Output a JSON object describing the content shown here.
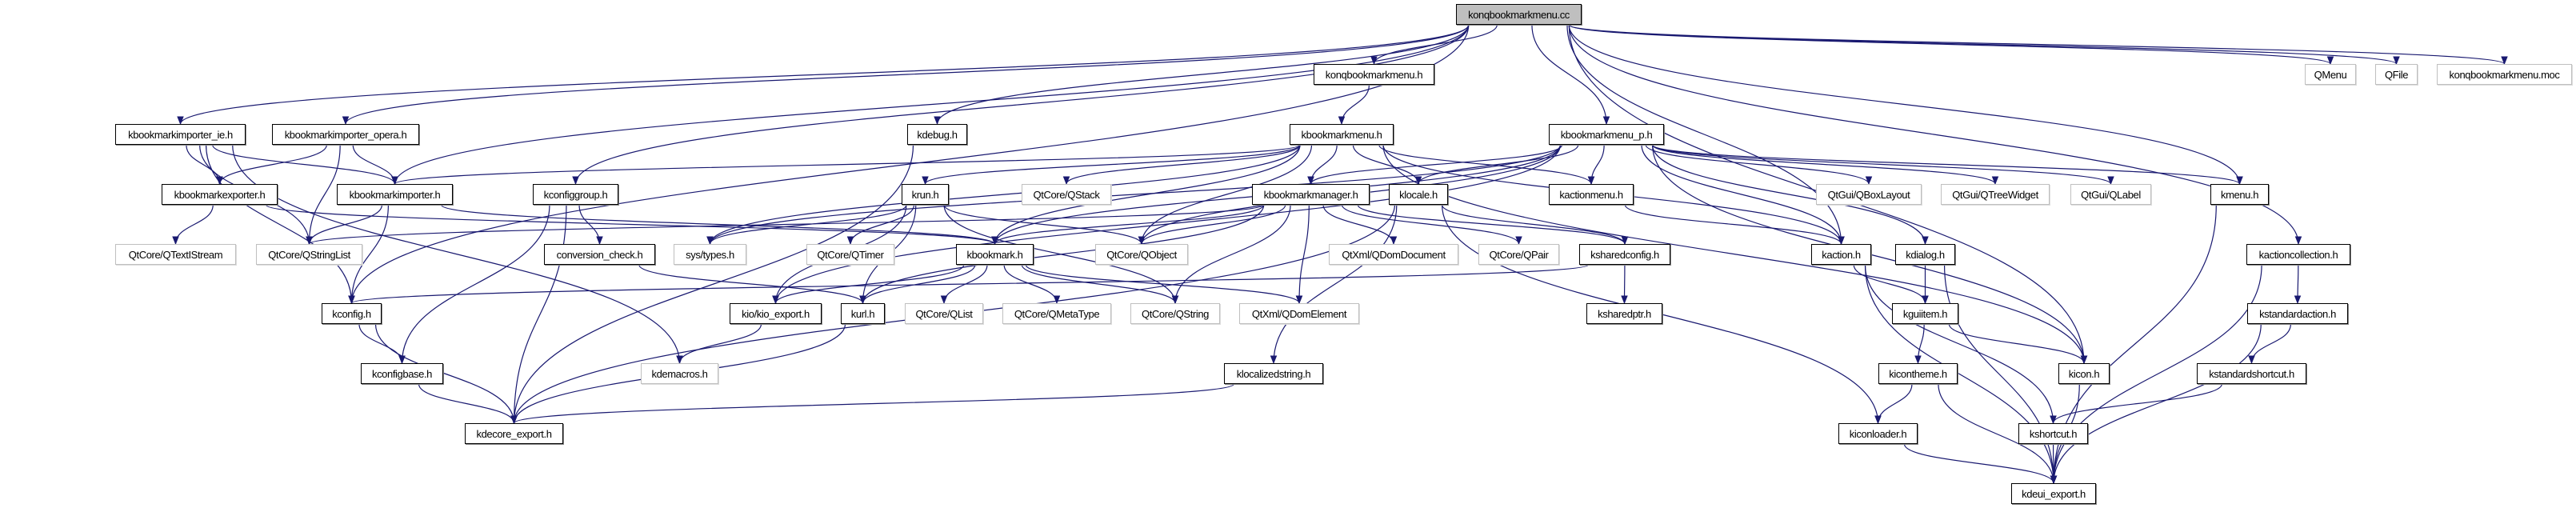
{
  "graph": {
    "colors": {
      "edge": "#191970",
      "root_fill": "#bfbfbf",
      "external_border": "#bfbfbf",
      "node_border": "#000000"
    },
    "nodes": [
      {
        "id": "cc",
        "label": "konqbookmarkmenu.cc",
        "kind": "root"
      },
      {
        "id": "konqh",
        "label": "konqbookmarkmenu.h",
        "kind": "normal"
      },
      {
        "id": "qmenu",
        "label": "QMenu",
        "kind": "external"
      },
      {
        "id": "qfile",
        "label": "QFile",
        "kind": "external"
      },
      {
        "id": "moc",
        "label": "konqbookmarkmenu.moc",
        "kind": "external"
      },
      {
        "id": "imp_ie",
        "label": "kbookmarkimporter_ie.h",
        "kind": "normal"
      },
      {
        "id": "imp_opera",
        "label": "kbookmarkimporter_opera.h",
        "kind": "normal"
      },
      {
        "id": "kdebug",
        "label": "kdebug.h",
        "kind": "normal"
      },
      {
        "id": "bmenu",
        "label": "kbookmarkmenu.h",
        "kind": "normal"
      },
      {
        "id": "bmenu_p",
        "label": "kbookmarkmenu_p.h",
        "kind": "normal"
      },
      {
        "id": "exporter",
        "label": "kbookmarkexporter.h",
        "kind": "normal"
      },
      {
        "id": "importer",
        "label": "kbookmarkimporter.h",
        "kind": "normal"
      },
      {
        "id": "kconfiggroup",
        "label": "kconfiggroup.h",
        "kind": "normal"
      },
      {
        "id": "krun",
        "label": "krun.h",
        "kind": "normal"
      },
      {
        "id": "qstack",
        "label": "QtCore/QStack",
        "kind": "external"
      },
      {
        "id": "bmanager",
        "label": "kbookmarkmanager.h",
        "kind": "normal"
      },
      {
        "id": "klocale",
        "label": "klocale.h",
        "kind": "normal"
      },
      {
        "id": "kactionmenu",
        "label": "kactionmenu.h",
        "kind": "normal"
      },
      {
        "id": "qboxlayout",
        "label": "QtGui/QBoxLayout",
        "kind": "external"
      },
      {
        "id": "qtreewidget",
        "label": "QtGui/QTreeWidget",
        "kind": "external"
      },
      {
        "id": "qlabel",
        "label": "QtGui/QLabel",
        "kind": "external"
      },
      {
        "id": "kmenu",
        "label": "kmenu.h",
        "kind": "normal"
      },
      {
        "id": "qtextstream",
        "label": "QtCore/QTextIStream",
        "kind": "external"
      },
      {
        "id": "qstringlist",
        "label": "QtCore/QStringList",
        "kind": "external"
      },
      {
        "id": "conversion",
        "label": "conversion_check.h",
        "kind": "normal"
      },
      {
        "id": "systypes",
        "label": "sys/types.h",
        "kind": "external"
      },
      {
        "id": "qtimer",
        "label": "QtCore/QTimer",
        "kind": "external"
      },
      {
        "id": "kbookmark",
        "label": "kbookmark.h",
        "kind": "normal"
      },
      {
        "id": "qobject",
        "label": "QtCore/QObject",
        "kind": "external"
      },
      {
        "id": "qdomdocument",
        "label": "QtXml/QDomDocument",
        "kind": "external"
      },
      {
        "id": "qpair",
        "label": "QtCore/QPair",
        "kind": "external"
      },
      {
        "id": "ksharedconfig",
        "label": "ksharedconfig.h",
        "kind": "normal"
      },
      {
        "id": "kaction",
        "label": "kaction.h",
        "kind": "normal"
      },
      {
        "id": "kdialog",
        "label": "kdialog.h",
        "kind": "normal"
      },
      {
        "id": "kactioncollection",
        "label": "kactioncollection.h",
        "kind": "normal"
      },
      {
        "id": "kconfig",
        "label": "kconfig.h",
        "kind": "normal"
      },
      {
        "id": "kio_export",
        "label": "kio/kio_export.h",
        "kind": "normal"
      },
      {
        "id": "kurl",
        "label": "kurl.h",
        "kind": "normal"
      },
      {
        "id": "qlist",
        "label": "QtCore/QList",
        "kind": "external"
      },
      {
        "id": "qmetatype",
        "label": "QtCore/QMetaType",
        "kind": "external"
      },
      {
        "id": "qstring",
        "label": "QtCore/QString",
        "kind": "external"
      },
      {
        "id": "qdomelement",
        "label": "QtXml/QDomElement",
        "kind": "external"
      },
      {
        "id": "ksharedptr",
        "label": "ksharedptr.h",
        "kind": "normal"
      },
      {
        "id": "kguiitem",
        "label": "kguiitem.h",
        "kind": "normal"
      },
      {
        "id": "kstandardaction",
        "label": "kstandardaction.h",
        "kind": "normal"
      },
      {
        "id": "kconfigbase",
        "label": "kconfigbase.h",
        "kind": "normal"
      },
      {
        "id": "kdemacros",
        "label": "kdemacros.h",
        "kind": "external"
      },
      {
        "id": "klocalizedstring",
        "label": "klocalizedstring.h",
        "kind": "normal"
      },
      {
        "id": "kicontheme",
        "label": "kicontheme.h",
        "kind": "normal"
      },
      {
        "id": "kicon",
        "label": "kicon.h",
        "kind": "normal"
      },
      {
        "id": "kstandardshortcut",
        "label": "kstandardshortcut.h",
        "kind": "normal"
      },
      {
        "id": "kdecore_export",
        "label": "kdecore_export.h",
        "kind": "normal"
      },
      {
        "id": "kiconloader",
        "label": "kiconloader.h",
        "kind": "normal"
      },
      {
        "id": "kshortcut",
        "label": "kshortcut.h",
        "kind": "normal"
      },
      {
        "id": "kdeui_export",
        "label": "kdeui_export.h",
        "kind": "normal"
      }
    ],
    "edges": [
      [
        "cc",
        "konqh"
      ],
      [
        "cc",
        "imp_ie"
      ],
      [
        "cc",
        "imp_opera"
      ],
      [
        "cc",
        "kdebug"
      ],
      [
        "cc",
        "importer"
      ],
      [
        "cc",
        "kconfiggroup"
      ],
      [
        "cc",
        "kconfig"
      ],
      [
        "cc",
        "bmenu_p"
      ],
      [
        "cc",
        "kaction"
      ],
      [
        "cc",
        "kicon"
      ],
      [
        "cc",
        "kmenu"
      ],
      [
        "cc",
        "kactioncollection"
      ],
      [
        "cc",
        "qmenu"
      ],
      [
        "cc",
        "qfile"
      ],
      [
        "cc",
        "moc"
      ],
      [
        "konqh",
        "bmenu"
      ],
      [
        "bmenu",
        "bmanager"
      ],
      [
        "bmenu",
        "klocale"
      ],
      [
        "bmenu",
        "kactionmenu"
      ],
      [
        "bmenu",
        "krun"
      ],
      [
        "bmenu",
        "qstack"
      ],
      [
        "bmenu",
        "qobject"
      ],
      [
        "bmenu",
        "kbookmark"
      ],
      [
        "bmenu",
        "importer"
      ],
      [
        "bmenu",
        "kicon"
      ],
      [
        "bmenu",
        "kaction"
      ],
      [
        "bmenu",
        "systypes"
      ],
      [
        "bmenu_p",
        "bmanager"
      ],
      [
        "bmenu_p",
        "klocale"
      ],
      [
        "bmenu_p",
        "kactionmenu"
      ],
      [
        "bmenu_p",
        "qboxlayout"
      ],
      [
        "bmenu_p",
        "qtreewidget"
      ],
      [
        "bmenu_p",
        "qlabel"
      ],
      [
        "bmenu_p",
        "kmenu"
      ],
      [
        "bmenu_p",
        "kaction"
      ],
      [
        "bmenu_p",
        "kdialog"
      ],
      [
        "bmenu_p",
        "kicon"
      ],
      [
        "bmenu_p",
        "qobject"
      ],
      [
        "bmenu_p",
        "kbookmark"
      ],
      [
        "bmenu_p",
        "kio_export"
      ],
      [
        "bmenu_p",
        "systypes"
      ],
      [
        "imp_ie",
        "exporter"
      ],
      [
        "imp_ie",
        "importer"
      ],
      [
        "imp_ie",
        "qstringlist"
      ],
      [
        "imp_ie",
        "kconfig"
      ],
      [
        "imp_ie",
        "kdemacros"
      ],
      [
        "imp_opera",
        "exporter"
      ],
      [
        "imp_opera",
        "importer"
      ],
      [
        "imp_opera",
        "qstringlist"
      ],
      [
        "exporter",
        "qtextstream"
      ],
      [
        "exporter",
        "kbookmark"
      ],
      [
        "importer",
        "qstringlist"
      ],
      [
        "importer",
        "kconfig"
      ],
      [
        "importer",
        "kbookmark"
      ],
      [
        "kconfiggroup",
        "conversion"
      ],
      [
        "kconfiggroup",
        "kconfigbase"
      ],
      [
        "kconfiggroup",
        "kdecore_export"
      ],
      [
        "conversion",
        "kurl"
      ],
      [
        "kconfig",
        "kconfigbase"
      ],
      [
        "kconfig",
        "kdecore_export"
      ],
      [
        "kconfigbase",
        "kdecore_export"
      ],
      [
        "kio_export",
        "kdemacros"
      ],
      [
        "kurl",
        "kdecore_export"
      ],
      [
        "kdebug",
        "kdecore_export"
      ],
      [
        "krun",
        "kurl"
      ],
      [
        "krun",
        "systypes"
      ],
      [
        "krun",
        "qtimer"
      ],
      [
        "krun",
        "qobject"
      ],
      [
        "krun",
        "qstring"
      ],
      [
        "krun",
        "kio_export"
      ],
      [
        "kbookmark",
        "kurl"
      ],
      [
        "kbookmark",
        "kio_export"
      ],
      [
        "kbookmark",
        "qlist"
      ],
      [
        "kbookmark",
        "qmetatype"
      ],
      [
        "kbookmark",
        "qstring"
      ],
      [
        "kbookmark",
        "qdomelement"
      ],
      [
        "bmanager",
        "kbookmark"
      ],
      [
        "bmanager",
        "qobject"
      ],
      [
        "bmanager",
        "qdomdocument"
      ],
      [
        "bmanager",
        "qpair"
      ],
      [
        "bmanager",
        "qstring"
      ],
      [
        "bmanager",
        "qdomelement"
      ],
      [
        "bmanager",
        "ksharedconfig"
      ],
      [
        "bmanager",
        "qstringlist"
      ],
      [
        "bmanager",
        "kurl"
      ],
      [
        "klocale",
        "kdecore_export"
      ],
      [
        "klocale",
        "klocalizedstring"
      ],
      [
        "klocale",
        "ksharedconfig"
      ],
      [
        "klocale",
        "kiconloader"
      ],
      [
        "ksharedconfig",
        "ksharedptr"
      ],
      [
        "ksharedconfig",
        "kconfig"
      ],
      [
        "klocalizedstring",
        "kdecore_export"
      ],
      [
        "kactionmenu",
        "kaction"
      ],
      [
        "kaction",
        "kguiitem"
      ],
      [
        "kaction",
        "kshortcut"
      ],
      [
        "kaction",
        "kdeui_export"
      ],
      [
        "kdialog",
        "kguiitem"
      ],
      [
        "kdialog",
        "kdeui_export"
      ],
      [
        "kguiitem",
        "kicontheme"
      ],
      [
        "kguiitem",
        "kicon"
      ],
      [
        "kicontheme",
        "kiconloader"
      ],
      [
        "kicontheme",
        "kdeui_export"
      ],
      [
        "kicon",
        "kdeui_export"
      ],
      [
        "kiconloader",
        "kdeui_export"
      ],
      [
        "kshortcut",
        "kdeui_export"
      ],
      [
        "kmenu",
        "kdeui_export"
      ],
      [
        "kactioncollection",
        "kstandardaction"
      ],
      [
        "kactioncollection",
        "kdeui_export"
      ],
      [
        "kstandardaction",
        "kstandardshortcut"
      ],
      [
        "kstandardaction",
        "kdeui_export"
      ],
      [
        "kstandardshortcut",
        "kshortcut"
      ]
    ]
  }
}
